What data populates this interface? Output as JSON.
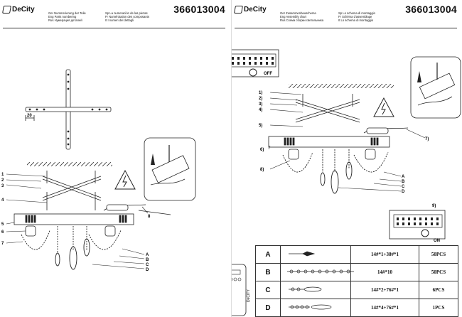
{
  "brand": {
    "logo_text": "DeCity"
  },
  "page1": {
    "code": "366013004",
    "header": {
      "col1": [
        "Ger Nummerierung der Teile",
        "Eng Parts numbering",
        "Rus Нумерация деталей"
      ],
      "col2": [
        "Sp La numeración de las piezas",
        "Fr Numérotation des composants",
        "It I numeri del dettagli"
      ]
    },
    "dimension": "20",
    "callouts": [
      "1",
      "2",
      "3",
      "4",
      "5",
      "6",
      "7",
      "8"
    ],
    "part_letters": [
      "A",
      "B",
      "C",
      "D"
    ]
  },
  "page2": {
    "code": "366013004",
    "header": {
      "col1": [
        "Ger Zusammenbauschema",
        "Eng Assembly chart",
        "Rus Схема сборки светильника"
      ],
      "col2": [
        "Sp Lo schema di montaggio",
        "Fr Schéma d'assemblage",
        "It Lo schema di montaggio"
      ]
    },
    "switch_off": "OFF",
    "switch_on": "ON",
    "callouts": [
      "1)",
      "2)",
      "3)",
      "4)",
      "5)",
      "6)",
      "7)",
      "8)",
      "9)"
    ],
    "part_letters": [
      "A",
      "B",
      "C",
      "D"
    ],
    "remote_label": "DeCITY",
    "parts_table": [
      {
        "key": "A",
        "formula": "14#*1+38#*1",
        "qty": "50PCS"
      },
      {
        "key": "B",
        "formula": "14#*10",
        "qty": "50PCS"
      },
      {
        "key": "C",
        "formula": "14#*2+76#*1",
        "qty": "6PCS"
      },
      {
        "key": "D",
        "formula": "14#*4+76#*1",
        "qty": "1PCS"
      }
    ]
  }
}
